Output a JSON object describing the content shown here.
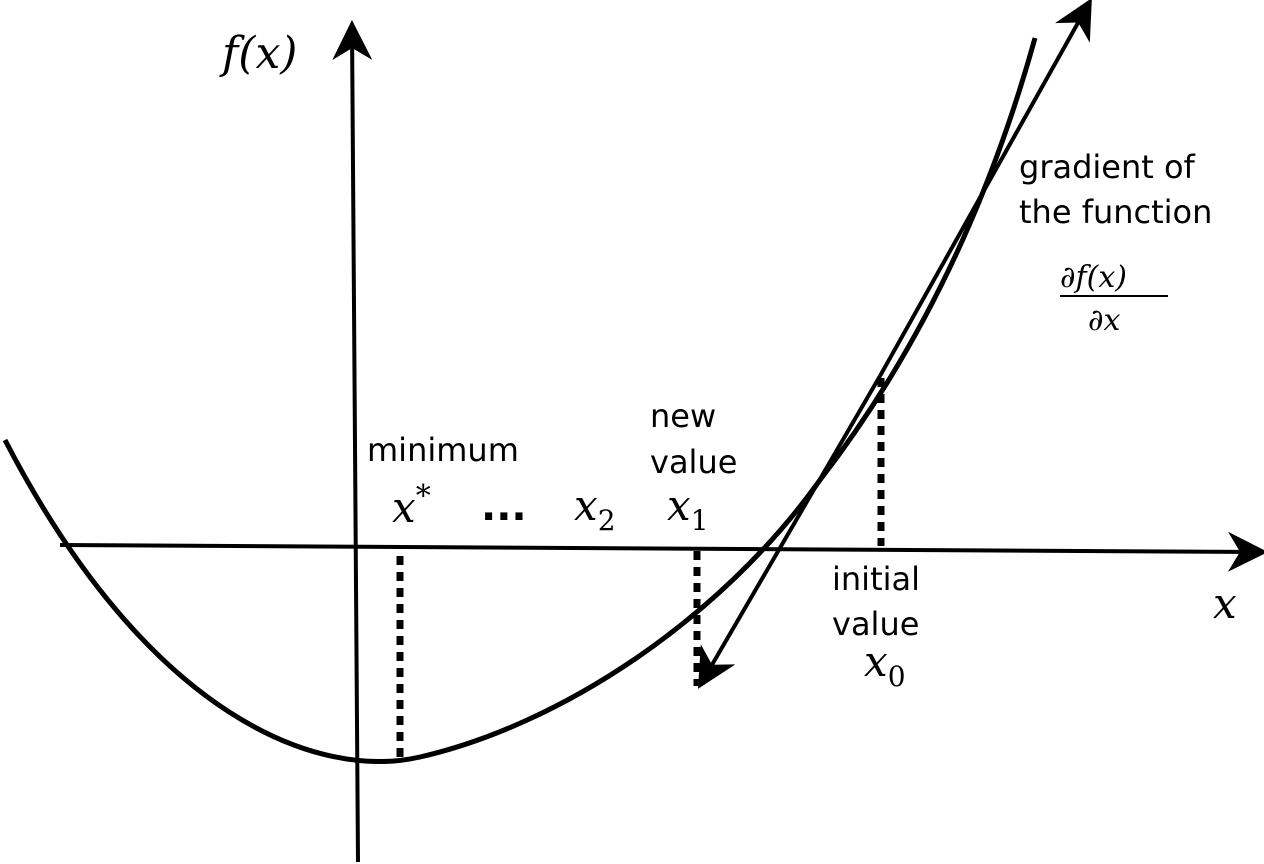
{
  "labels": {
    "y_axis": "f(x)",
    "x_axis": "x",
    "minimum_word": "minimum",
    "x_star": "x",
    "x_star_sup": "*",
    "ellipsis": "...",
    "x2": "x",
    "x2_sub": "2",
    "new_value_line1": "new",
    "new_value_line2": "value",
    "x1": "x",
    "x1_sub": "1",
    "initial_value_line1": "initial",
    "initial_value_line2": "value",
    "x0": "x",
    "x0_sub": "0",
    "gradient_line1": "gradient of",
    "gradient_line2": "the function",
    "gradient_numerator": "∂f(x)",
    "gradient_denominator": "∂x"
  },
  "colors": {
    "ink": "#000000",
    "background": "#ffffff"
  }
}
